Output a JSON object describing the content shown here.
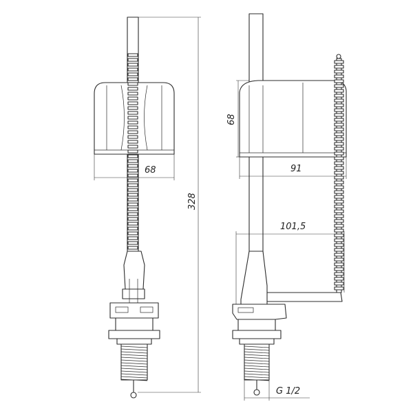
{
  "dimensions": {
    "front_width": "68",
    "total_height": "328",
    "side_height": "68",
    "side_width": "91",
    "side_reach": "101,5",
    "thread": "G 1/2"
  }
}
